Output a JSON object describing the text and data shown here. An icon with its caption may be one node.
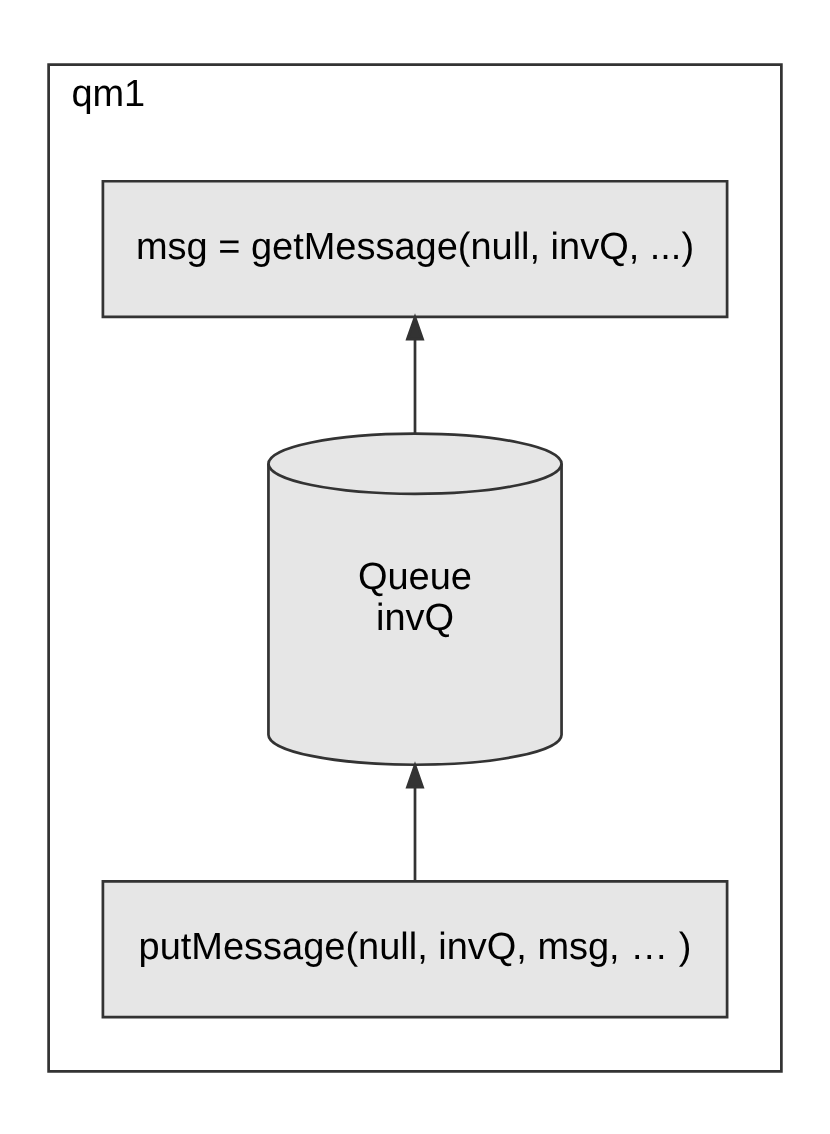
{
  "diagram": {
    "nodes": [
      {
        "text": [
          "qm1"
        ]
      },
      {
        "text": [
          "msg = getMessage(null, invQ, ...)"
        ],
        "in": 0
      },
      {
        "text": [
          "Queue invQ"
        ],
        "in": 0
      },
      {
        "text": [
          "putMessage(null, invQ, msg, … )"
        ],
        "in": 0
      }
    ],
    "edges": [
      {
        "from": 3,
        "to": 2,
        "arrow": "to"
      },
      {
        "from": 2,
        "to": 1,
        "arrow": "to"
      }
    ]
  }
}
